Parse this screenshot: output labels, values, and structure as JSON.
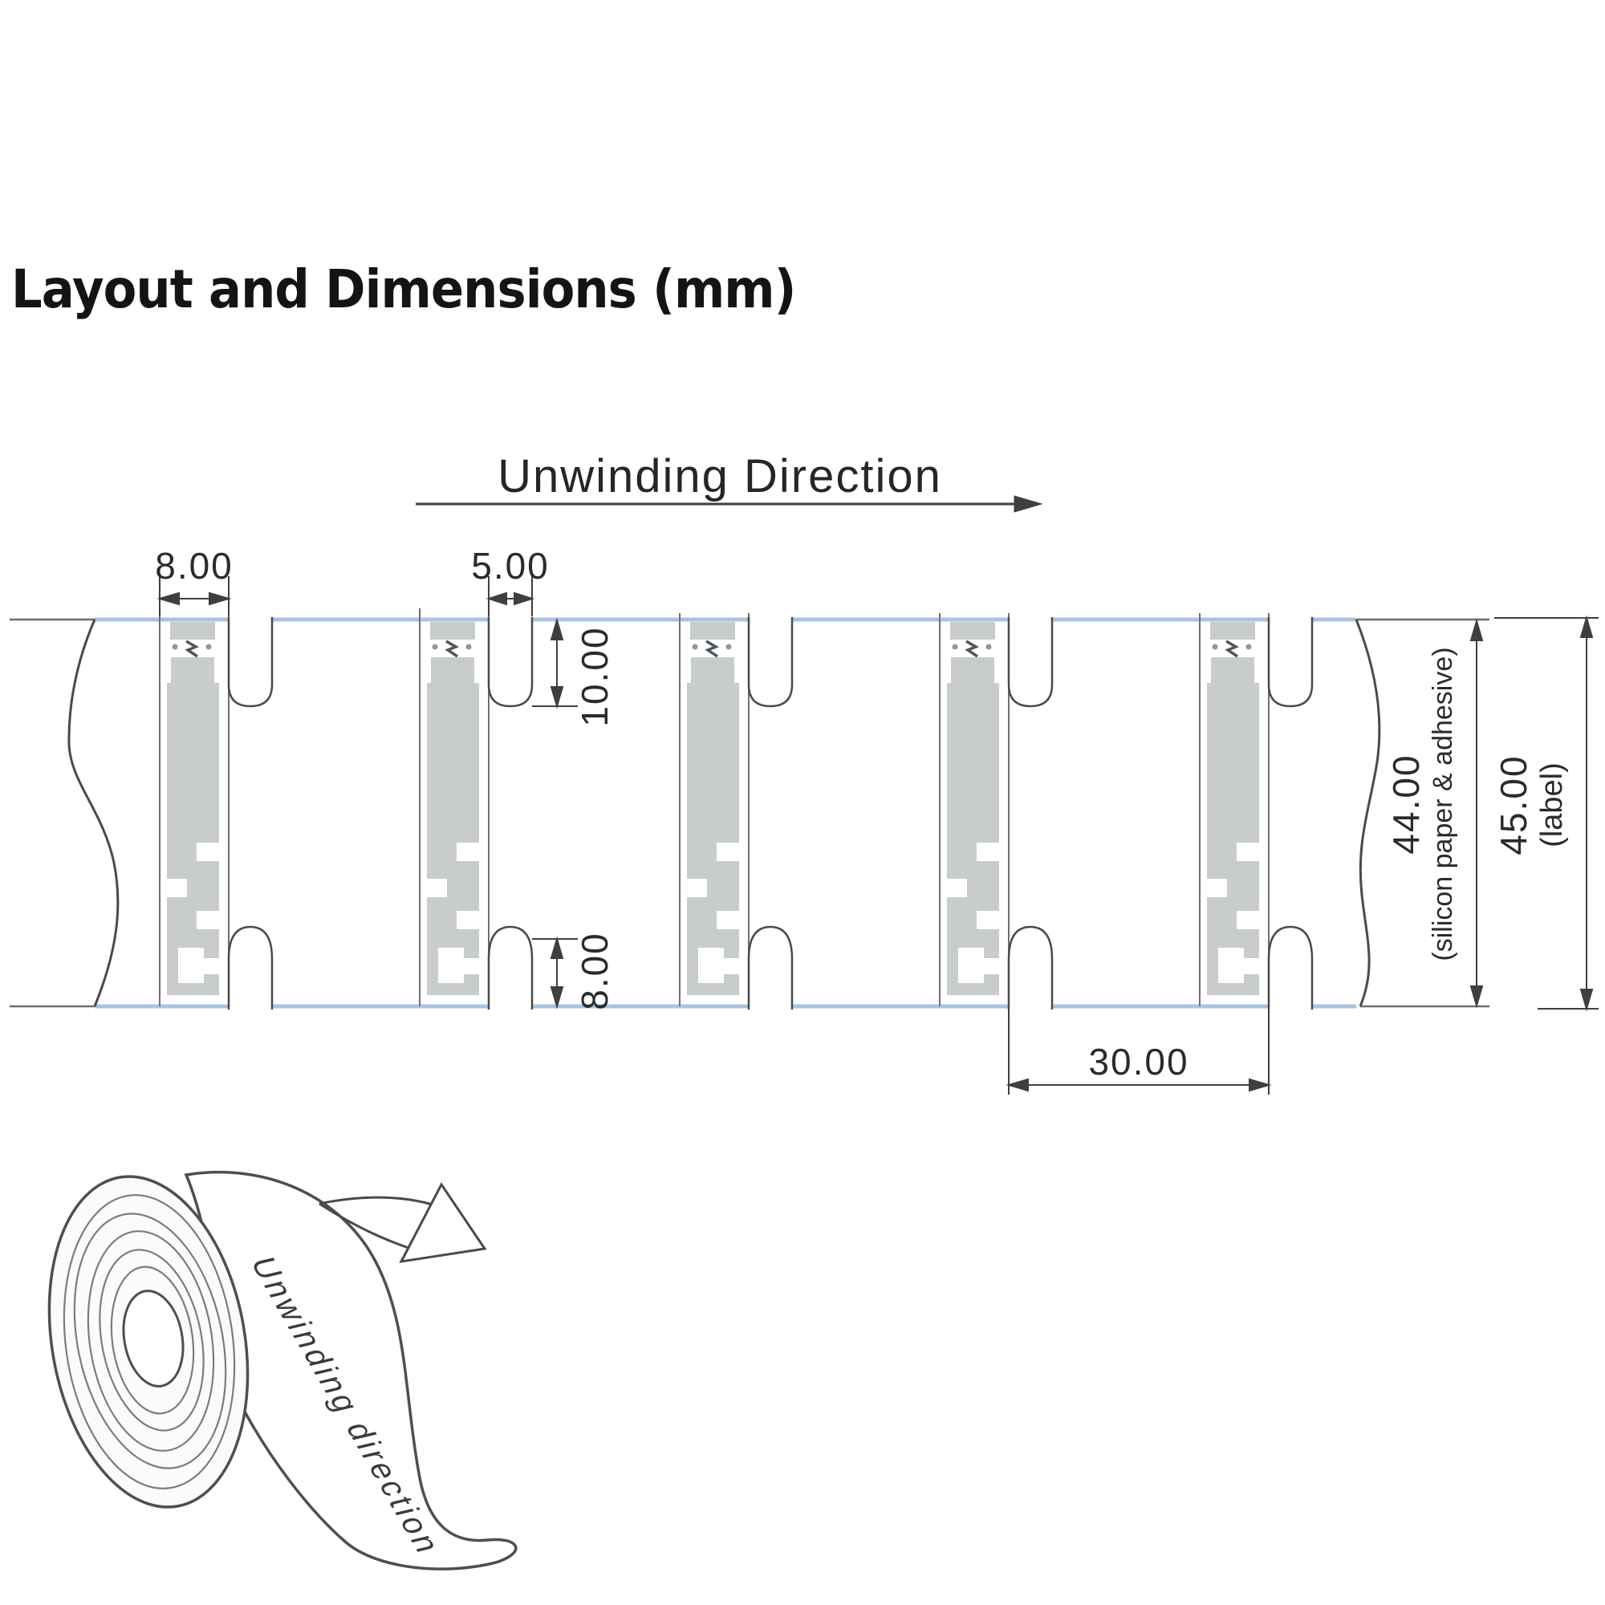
{
  "title": "Layout and Dimensions (mm)",
  "unwinding": {
    "label": "Unwinding Direction"
  },
  "dimensions": {
    "antenna_zone_width": "8.00",
    "top_notch_width": "5.00",
    "top_notch_depth": "10.00",
    "bottom_notch_height": "8.00",
    "label_pitch": "30.00",
    "liner_width": "44.00",
    "liner_note": "(silicon paper & adhesive)",
    "label_width": "45.00",
    "label_note": "(label)"
  },
  "roll": {
    "label": "Unwinding direction"
  },
  "colors": {
    "edge_blue": "#a9c4e0",
    "antenna_gray": "#c9cdca",
    "line_dark": "#4a4a4a",
    "die_line": "#707070"
  }
}
